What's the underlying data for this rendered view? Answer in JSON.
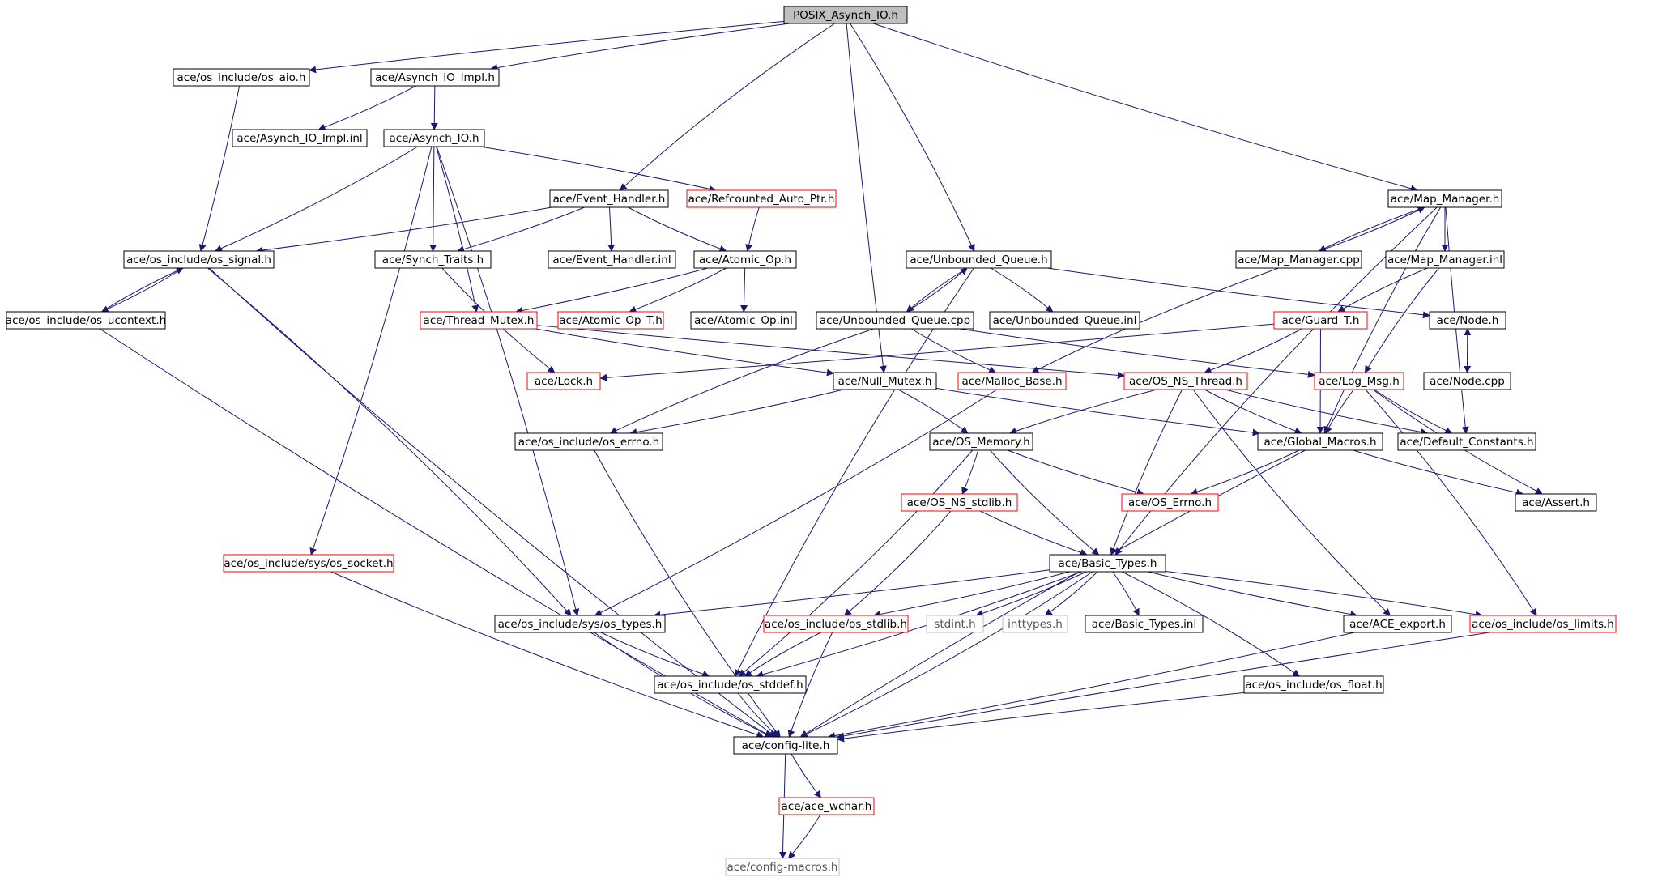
{
  "nodes": [
    {
      "id": "root",
      "label": "POSIX_Asynch_IO.h",
      "style": "root"
    },
    {
      "id": "os_aio",
      "label": "ace/os_include/os_aio.h",
      "style": "normal"
    },
    {
      "id": "asynch_impl_h",
      "label": "ace/Asynch_IO_Impl.h",
      "style": "normal"
    },
    {
      "id": "asynch_impl_inl",
      "label": "ace/Asynch_IO_Impl.inl",
      "style": "normal"
    },
    {
      "id": "asynch_io_h",
      "label": "ace/Asynch_IO.h",
      "style": "normal"
    },
    {
      "id": "event_handler_h",
      "label": "ace/Event_Handler.h",
      "style": "normal"
    },
    {
      "id": "refcounted",
      "label": "ace/Refcounted_Auto_Ptr.h",
      "style": "red"
    },
    {
      "id": "map_manager_h",
      "label": "ace/Map_Manager.h",
      "style": "normal"
    },
    {
      "id": "os_signal",
      "label": "ace/os_include/os_signal.h",
      "style": "normal"
    },
    {
      "id": "synch_traits",
      "label": "ace/Synch_Traits.h",
      "style": "normal"
    },
    {
      "id": "event_handler_inl",
      "label": "ace/Event_Handler.inl",
      "style": "normal"
    },
    {
      "id": "atomic_op_h",
      "label": "ace/Atomic_Op.h",
      "style": "normal"
    },
    {
      "id": "unbounded_queue_h",
      "label": "ace/Unbounded_Queue.h",
      "style": "normal"
    },
    {
      "id": "map_manager_cpp",
      "label": "ace/Map_Manager.cpp",
      "style": "normal"
    },
    {
      "id": "map_manager_inl",
      "label": "ace/Map_Manager.inl",
      "style": "normal"
    },
    {
      "id": "os_ucontext",
      "label": "ace/os_include/os_ucontext.h",
      "style": "normal"
    },
    {
      "id": "thread_mutex",
      "label": "ace/Thread_Mutex.h",
      "style": "red"
    },
    {
      "id": "atomic_op_t",
      "label": "ace/Atomic_Op_T.h",
      "style": "red"
    },
    {
      "id": "atomic_op_inl",
      "label": "ace/Atomic_Op.inl",
      "style": "normal"
    },
    {
      "id": "unbounded_queue_cpp",
      "label": "ace/Unbounded_Queue.cpp",
      "style": "normal"
    },
    {
      "id": "unbounded_queue_inl",
      "label": "ace/Unbounded_Queue.inl",
      "style": "normal"
    },
    {
      "id": "guard_t",
      "label": "ace/Guard_T.h",
      "style": "red"
    },
    {
      "id": "node_h",
      "label": "ace/Node.h",
      "style": "normal"
    },
    {
      "id": "lock_h",
      "label": "ace/Lock.h",
      "style": "red"
    },
    {
      "id": "null_mutex",
      "label": "ace/Null_Mutex.h",
      "style": "normal"
    },
    {
      "id": "malloc_base",
      "label": "ace/Malloc_Base.h",
      "style": "red"
    },
    {
      "id": "os_ns_thread",
      "label": "ace/OS_NS_Thread.h",
      "style": "red"
    },
    {
      "id": "log_msg",
      "label": "ace/Log_Msg.h",
      "style": "red"
    },
    {
      "id": "node_cpp",
      "label": "ace/Node.cpp",
      "style": "normal"
    },
    {
      "id": "os_errno",
      "label": "ace/os_include/os_errno.h",
      "style": "normal"
    },
    {
      "id": "os_memory",
      "label": "ace/OS_Memory.h",
      "style": "normal"
    },
    {
      "id": "global_macros",
      "label": "ace/Global_Macros.h",
      "style": "normal"
    },
    {
      "id": "default_constants",
      "label": "ace/Default_Constants.h",
      "style": "normal"
    },
    {
      "id": "os_ns_stdlib",
      "label": "ace/OS_NS_stdlib.h",
      "style": "red"
    },
    {
      "id": "os_errno_ace",
      "label": "ace/OS_Errno.h",
      "style": "red"
    },
    {
      "id": "assert_h",
      "label": "ace/Assert.h",
      "style": "normal"
    },
    {
      "id": "os_socket",
      "label": "ace/os_include/sys/os_socket.h",
      "style": "red"
    },
    {
      "id": "basic_types_h",
      "label": "ace/Basic_Types.h",
      "style": "normal"
    },
    {
      "id": "os_types",
      "label": "ace/os_include/sys/os_types.h",
      "style": "normal"
    },
    {
      "id": "os_stdlib",
      "label": "ace/os_include/os_stdlib.h",
      "style": "red"
    },
    {
      "id": "stdint",
      "label": "stdint.h",
      "style": "gray"
    },
    {
      "id": "inttypes",
      "label": "inttypes.h",
      "style": "gray"
    },
    {
      "id": "basic_types_inl",
      "label": "ace/Basic_Types.inl",
      "style": "normal"
    },
    {
      "id": "ace_export",
      "label": "ace/ACE_export.h",
      "style": "normal"
    },
    {
      "id": "os_limits",
      "label": "ace/os_include/os_limits.h",
      "style": "red"
    },
    {
      "id": "os_stddef",
      "label": "ace/os_include/os_stddef.h",
      "style": "normal"
    },
    {
      "id": "os_float",
      "label": "ace/os_include/os_float.h",
      "style": "normal"
    },
    {
      "id": "config_lite",
      "label": "ace/config-lite.h",
      "style": "normal"
    },
    {
      "id": "ace_wchar",
      "label": "ace/ace_wchar.h",
      "style": "red"
    },
    {
      "id": "config_macros",
      "label": "ace/config-macros.h",
      "style": "gray"
    }
  ],
  "edges": [
    [
      "root",
      "os_aio"
    ],
    [
      "root",
      "asynch_impl_h"
    ],
    [
      "root",
      "event_handler_h"
    ],
    [
      "root",
      "unbounded_queue_h"
    ],
    [
      "root",
      "map_manager_h"
    ],
    [
      "root",
      "null_mutex"
    ],
    [
      "os_aio",
      "os_signal"
    ],
    [
      "asynch_impl_h",
      "asynch_impl_inl"
    ],
    [
      "asynch_impl_h",
      "asynch_io_h"
    ],
    [
      "asynch_io_h",
      "os_signal"
    ],
    [
      "asynch_io_h",
      "synch_traits"
    ],
    [
      "asynch_io_h",
      "thread_mutex"
    ],
    [
      "asynch_io_h",
      "refcounted"
    ],
    [
      "asynch_io_h",
      "os_socket"
    ],
    [
      "asynch_io_h",
      "os_types"
    ],
    [
      "event_handler_h",
      "os_signal"
    ],
    [
      "event_handler_h",
      "synch_traits"
    ],
    [
      "event_handler_h",
      "event_handler_inl"
    ],
    [
      "event_handler_h",
      "atomic_op_h"
    ],
    [
      "refcounted",
      "atomic_op_h"
    ],
    [
      "atomic_op_h",
      "thread_mutex"
    ],
    [
      "atomic_op_h",
      "atomic_op_t"
    ],
    [
      "atomic_op_h",
      "atomic_op_inl"
    ],
    [
      "os_signal",
      "os_ucontext"
    ],
    [
      "os_ucontext",
      "os_signal"
    ],
    [
      "os_signal",
      "os_types"
    ],
    [
      "os_signal",
      "config_lite"
    ],
    [
      "os_ucontext",
      "config_lite"
    ],
    [
      "synch_traits",
      "lock_h"
    ],
    [
      "thread_mutex",
      "os_ns_thread"
    ],
    [
      "thread_mutex",
      "null_mutex"
    ],
    [
      "unbounded_queue_h",
      "unbounded_queue_cpp"
    ],
    [
      "unbounded_queue_cpp",
      "unbounded_queue_h"
    ],
    [
      "unbounded_queue_h",
      "unbounded_queue_inl"
    ],
    [
      "unbounded_queue_h",
      "node_h"
    ],
    [
      "unbounded_queue_h",
      "os_stddef"
    ],
    [
      "unbounded_queue_cpp",
      "malloc_base"
    ],
    [
      "unbounded_queue_cpp",
      "log_msg"
    ],
    [
      "unbounded_queue_cpp",
      "os_errno"
    ],
    [
      "map_manager_h",
      "map_manager_cpp"
    ],
    [
      "map_manager_cpp",
      "map_manager_h"
    ],
    [
      "map_manager_h",
      "map_manager_inl"
    ],
    [
      "map_manager_h",
      "global_macros"
    ],
    [
      "map_manager_h",
      "default_constants"
    ],
    [
      "map_manager_h",
      "basic_types_h"
    ],
    [
      "map_manager_cpp",
      "malloc_base"
    ],
    [
      "map_manager_inl",
      "guard_t"
    ],
    [
      "map_manager_inl",
      "log_msg"
    ],
    [
      "guard_t",
      "lock_h"
    ],
    [
      "guard_t",
      "os_ns_thread"
    ],
    [
      "guard_t",
      "global_macros"
    ],
    [
      "node_h",
      "node_cpp"
    ],
    [
      "node_cpp",
      "node_h"
    ],
    [
      "null_mutex",
      "os_errno"
    ],
    [
      "null_mutex",
      "os_memory"
    ],
    [
      "null_mutex",
      "global_macros"
    ],
    [
      "malloc_base",
      "os_types"
    ],
    [
      "os_ns_thread",
      "os_memory"
    ],
    [
      "os_ns_thread",
      "global_macros"
    ],
    [
      "os_ns_thread",
      "default_constants"
    ],
    [
      "os_ns_thread",
      "basic_types_h"
    ],
    [
      "os_ns_thread",
      "ace_export"
    ],
    [
      "log_msg",
      "global_macros"
    ],
    [
      "log_msg",
      "default_constants"
    ],
    [
      "log_msg",
      "assert_h"
    ],
    [
      "log_msg",
      "os_limits"
    ],
    [
      "os_errno",
      "config_lite"
    ],
    [
      "os_memory",
      "os_ns_stdlib"
    ],
    [
      "os_memory",
      "os_errno_ace"
    ],
    [
      "os_memory",
      "basic_types_h"
    ],
    [
      "os_memory",
      "os_stddef"
    ],
    [
      "global_macros",
      "os_errno_ace"
    ],
    [
      "global_macros",
      "assert_h"
    ],
    [
      "global_macros",
      "config_lite"
    ],
    [
      "os_ns_stdlib",
      "basic_types_h"
    ],
    [
      "os_ns_stdlib",
      "os_stdlib"
    ],
    [
      "os_socket",
      "config_lite"
    ],
    [
      "basic_types_h",
      "os_types"
    ],
    [
      "basic_types_h",
      "os_stdlib"
    ],
    [
      "basic_types_h",
      "stdint"
    ],
    [
      "basic_types_h",
      "inttypes"
    ],
    [
      "basic_types_h",
      "basic_types_inl"
    ],
    [
      "basic_types_h",
      "ace_export"
    ],
    [
      "basic_types_h",
      "os_limits"
    ],
    [
      "basic_types_h",
      "os_stddef"
    ],
    [
      "basic_types_h",
      "os_float"
    ],
    [
      "basic_types_h",
      "config_lite"
    ],
    [
      "os_types",
      "os_stddef"
    ],
    [
      "os_types",
      "config_lite"
    ],
    [
      "os_stdlib",
      "os_stddef"
    ],
    [
      "os_stdlib",
      "config_lite"
    ],
    [
      "os_stddef",
      "config_lite"
    ],
    [
      "ace_export",
      "config_lite"
    ],
    [
      "os_limits",
      "config_lite"
    ],
    [
      "os_float",
      "config_lite"
    ],
    [
      "config_lite",
      "ace_wchar"
    ],
    [
      "config_lite",
      "config_macros"
    ],
    [
      "ace_wchar",
      "config_macros"
    ]
  ],
  "colors": {
    "edge": "#191970",
    "normal_border": "#000000",
    "red_border": "#ff0000",
    "gray_border": "#bfbfbf",
    "root_fill": "#bfbfbf"
  }
}
